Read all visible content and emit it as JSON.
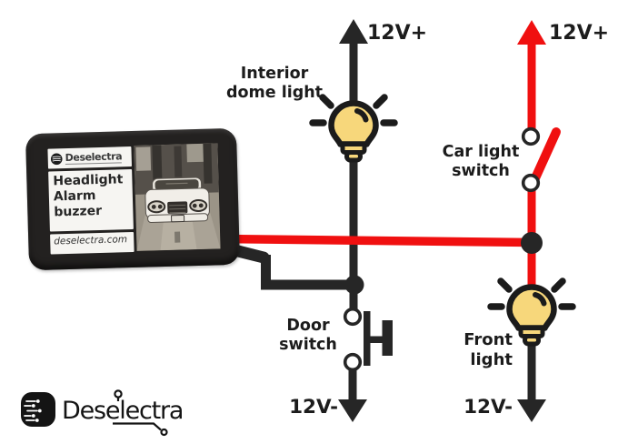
{
  "device": {
    "brand": "Deselectra",
    "brand_icon": "deselectra-chip-icon",
    "product_name": "Headlight Alarm buzzer",
    "website": "deselectra.com",
    "photo": "white-car-on-road-photo"
  },
  "diagram": {
    "colors": {
      "hot": "#f01010",
      "wire": "#262626",
      "bulb_fill": "#f7d77b",
      "bulb_outline": "#1b1b1b",
      "device_body": "#232120",
      "label_bg": "#f6f5f2",
      "terminal_fill": "#ffffff"
    },
    "nodes": {
      "dome_supply_label": "12V+",
      "switch_supply_label": "12V+",
      "door_ground_label": "12V-",
      "front_ground_label": "12V-",
      "interior_dome_light": {
        "line1": "Interior",
        "line2": "dome light",
        "icon": "light-bulb-icon"
      },
      "car_light_switch": {
        "line1": "Car light",
        "line2": "switch",
        "icon": "open-switch-icon"
      },
      "door_switch": {
        "line1": "Door",
        "line2": "switch",
        "icon": "push-button-icon"
      },
      "front_light": {
        "label": "Front light",
        "icon": "light-bulb-icon"
      }
    }
  },
  "footer": {
    "brand": "Deselectra",
    "brand_icon": "deselectra-chip-icon"
  }
}
